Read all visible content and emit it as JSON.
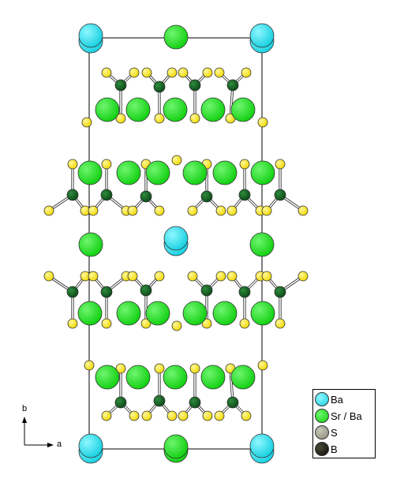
{
  "legend": {
    "items": [
      {
        "label": "Ba",
        "color": "#22e0f0"
      },
      {
        "label": "Sr / Ba",
        "color": "#10dd10"
      },
      {
        "label": "S",
        "color": "#9a9a8a"
      },
      {
        "label": "B",
        "color": "#1a1a10"
      }
    ]
  },
  "axes": {
    "b_label": "b",
    "a_label": "a"
  },
  "colors": {
    "ba": "#22e0f0",
    "srba": "#10dd10",
    "s_structure": "#f5e010",
    "b_structure": "#0e5a1e",
    "cell": "#000000"
  }
}
